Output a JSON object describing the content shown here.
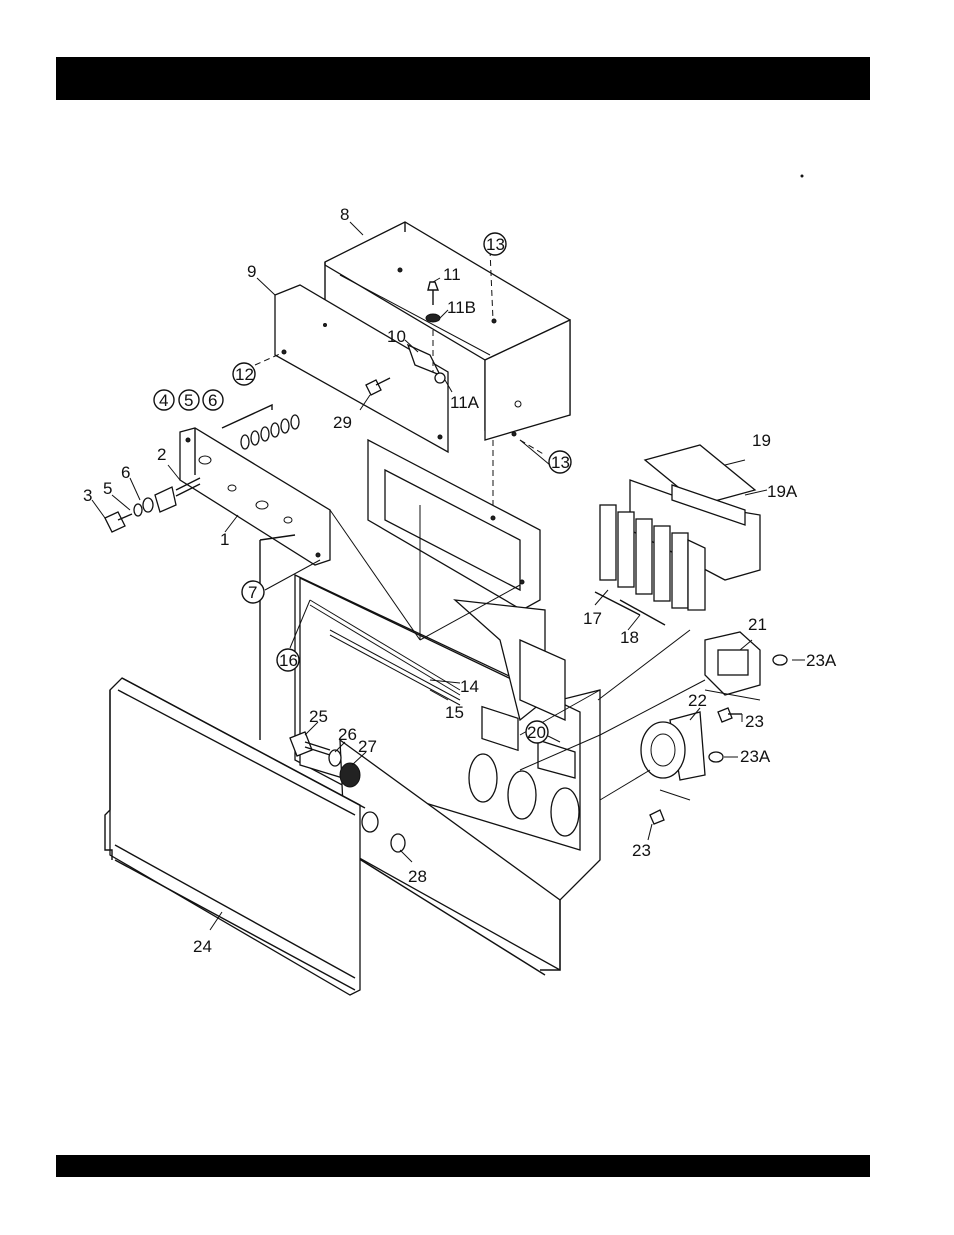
{
  "header_bar": "",
  "footer_bar": "",
  "callouts": [
    "8",
    "9",
    "11",
    "11B",
    "13",
    "10",
    "12",
    "29",
    "11A",
    "4",
    "5",
    "6",
    "2",
    "6",
    "5",
    "3",
    "1",
    "7",
    "19",
    "19A",
    "17",
    "18",
    "16",
    "14",
    "15",
    "21",
    "23A",
    "22",
    "23",
    "20",
    "23A",
    "25",
    "26",
    "27",
    "23",
    "28",
    "24",
    "13"
  ]
}
